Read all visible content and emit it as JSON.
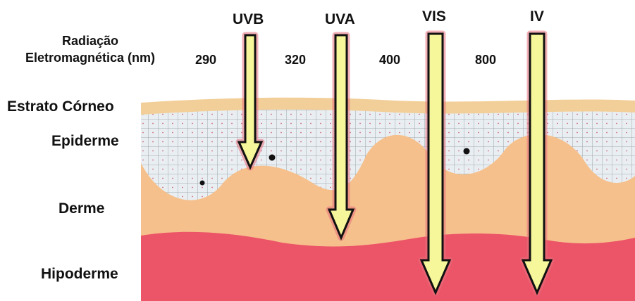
{
  "radiation": {
    "label_line1": "Radiação",
    "label_line2": "Eletromagnética (nm)",
    "wavelengths": [
      "290",
      "320",
      "400",
      "800"
    ],
    "bands": [
      "UVB",
      "UVA",
      "VIS",
      "IV"
    ]
  },
  "layers": {
    "stratum_corneum": "Estrato Córneo",
    "epidermis": "Epiderme",
    "dermis": "Derme",
    "hypodermis": "Hipoderme"
  },
  "colors": {
    "stratum_corneum": "#f2cf98",
    "epidermis": "#e9eef2",
    "epidermis_grid": "#8a9299",
    "dermis": "#f6c08c",
    "hypodermis": "#ec5468",
    "arrow_fill": "#f6f69a",
    "arrow_glow": "#e8707c"
  }
}
